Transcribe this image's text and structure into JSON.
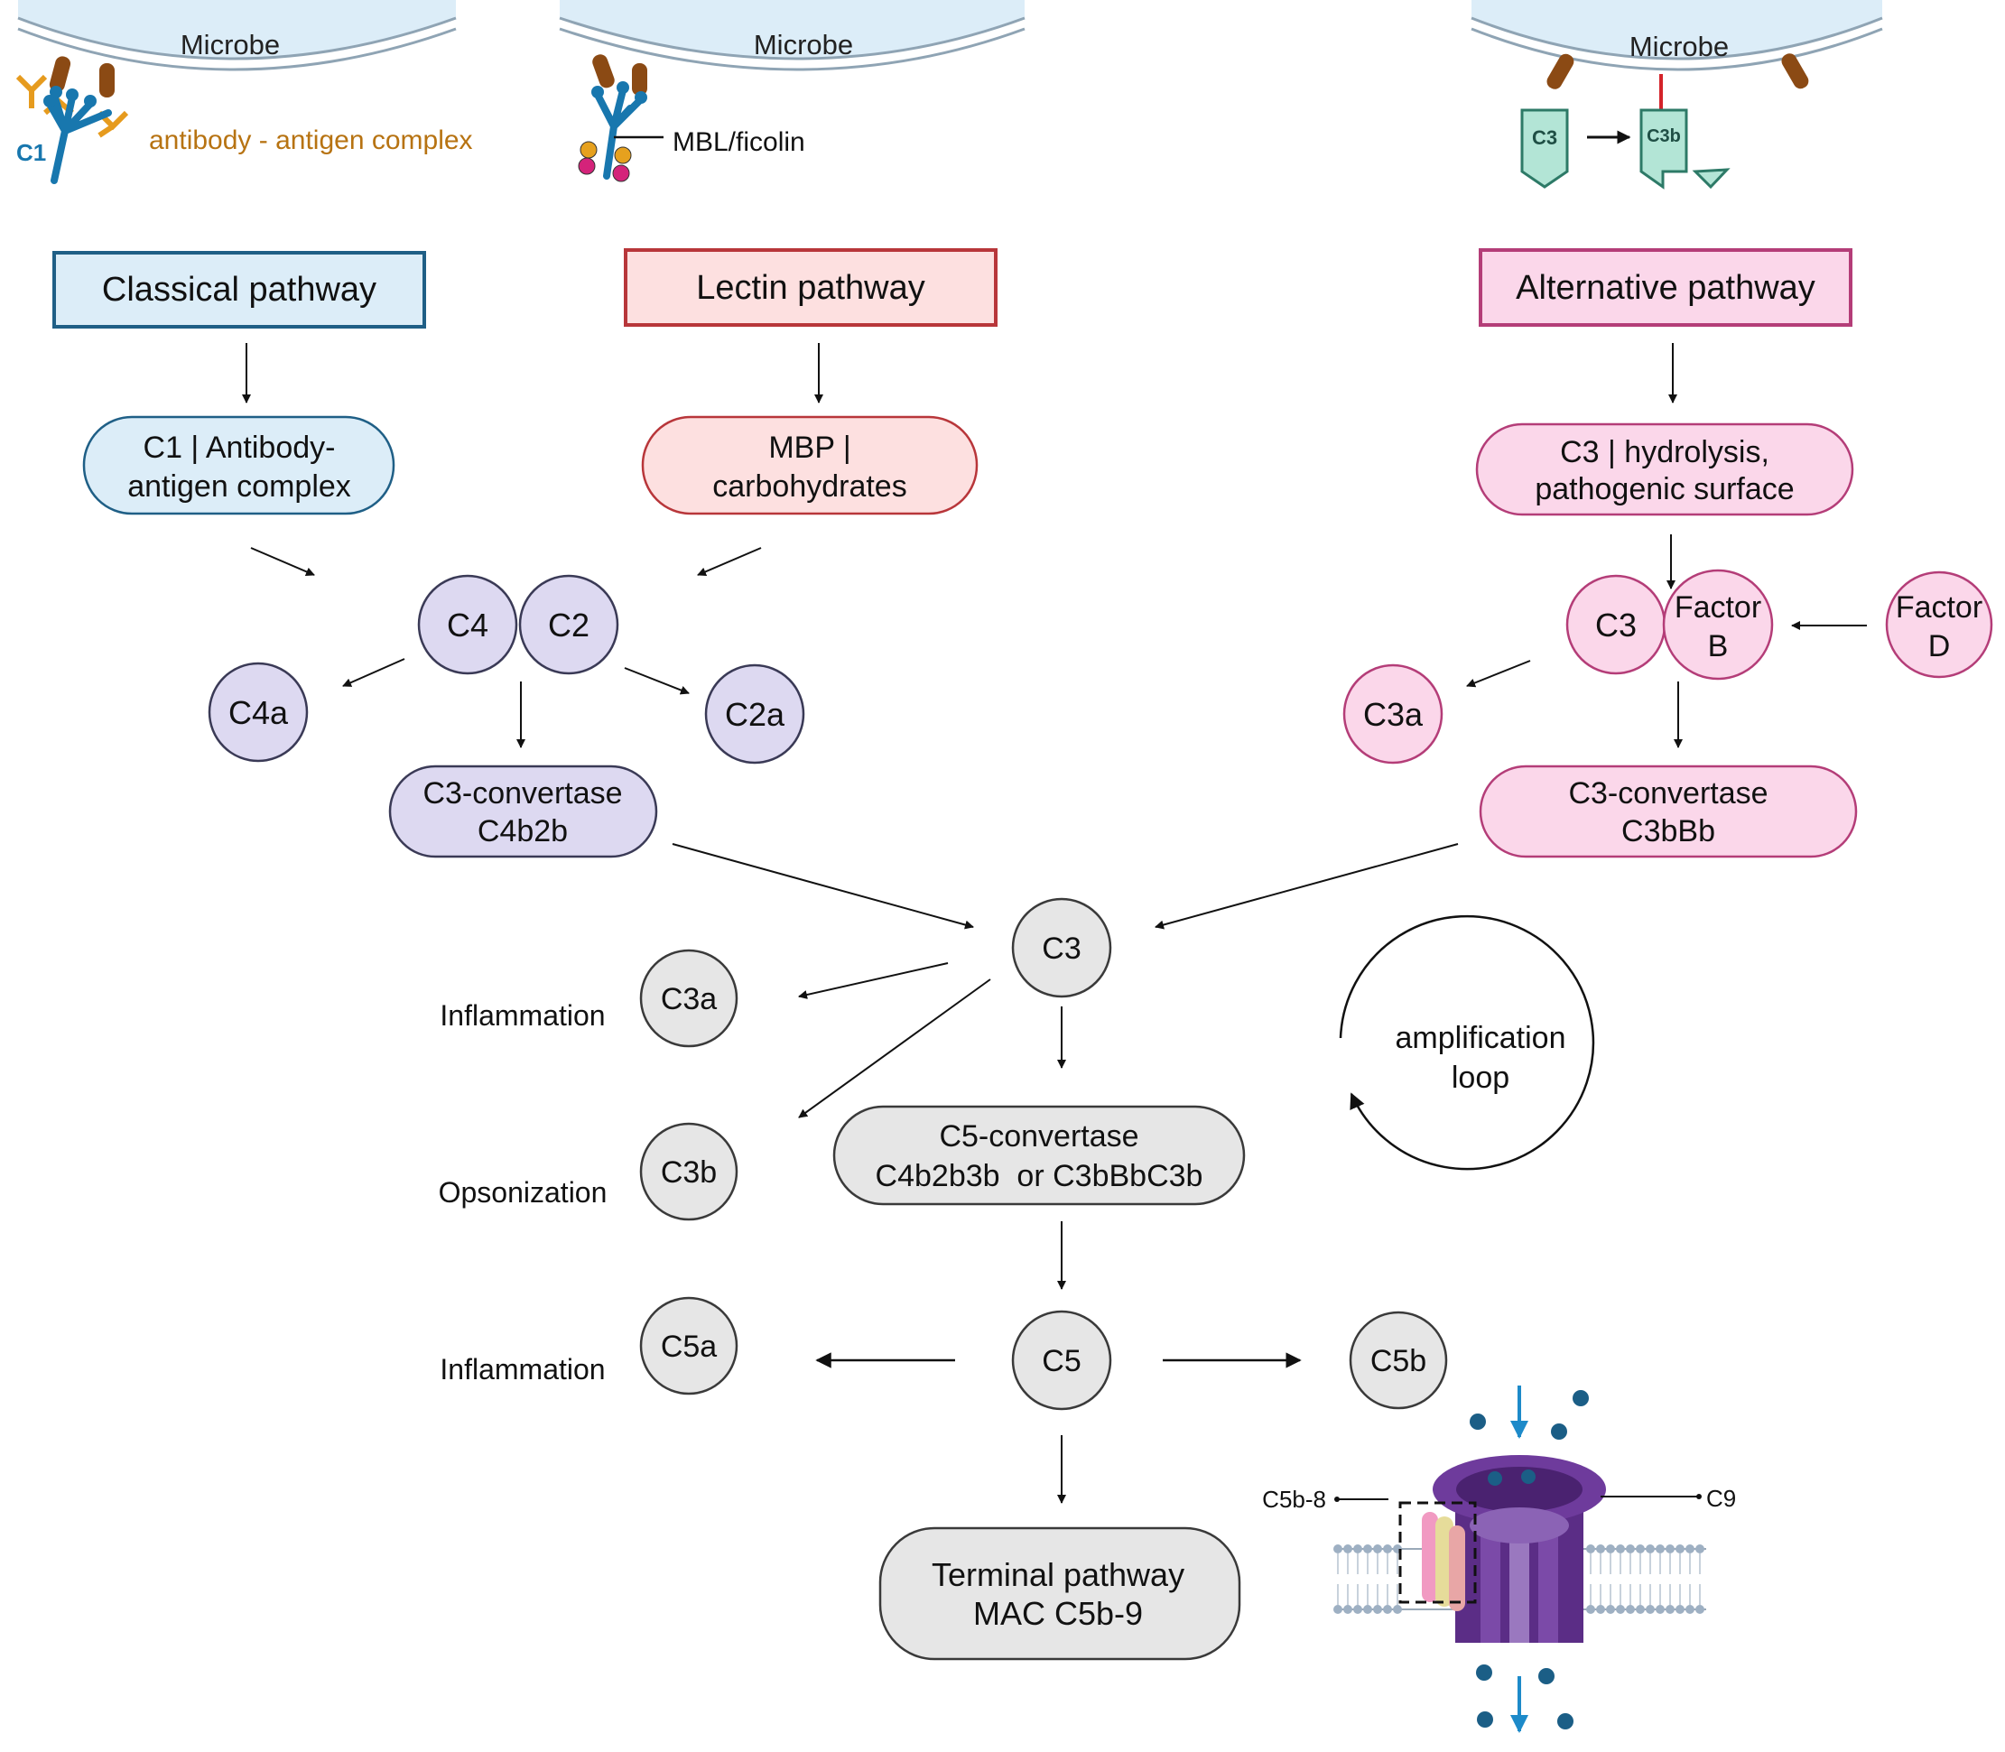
{
  "microbes": {
    "classical": "Microbe",
    "lectin": "Microbe",
    "alternative": "Microbe"
  },
  "icons": {
    "c1_label": "C1",
    "antibody_antigen_label": "antibody - antigen complex",
    "mbl_label": "MBL/ficolin",
    "c3_icon_label": "C3",
    "c3b_icon_label": "C3b"
  },
  "pathways": {
    "classical": "Classical pathway",
    "lectin": "Lectin pathway",
    "alternative": "Alternative pathway"
  },
  "initiators": {
    "classical": [
      "C1 | Antibody-",
      "antigen complex"
    ],
    "lectin": [
      "MBP |",
      "carbohydrates"
    ],
    "alternative": [
      "C3 | hydrolysis,",
      "pathogenic surface"
    ]
  },
  "components": {
    "c4": "C4",
    "c2": "C2",
    "c4a": "C4a",
    "c2a": "C2a",
    "alt_c3": "C3",
    "factor_b": [
      "Factor",
      "B"
    ],
    "factor_d": [
      "Factor",
      "D"
    ],
    "alt_c3a": "C3a",
    "c3": "C3",
    "c3a": "C3a",
    "c3b": "C3b",
    "c5": "C5",
    "c5a": "C5a",
    "c5b": "C5b"
  },
  "convertases": {
    "classical_c3": [
      "C3-convertase",
      "C4b2b"
    ],
    "alternative_c3": [
      "C3-convertase",
      "C3bBb"
    ],
    "c5": [
      "C5-convertase",
      "C4b2b3b  or C3bBbC3b"
    ],
    "terminal": [
      "Terminal pathway",
      "MAC C5b-9"
    ]
  },
  "effects": {
    "c3a": "Inflammation",
    "c3b": "Opsonization",
    "c5a": "Inflammation"
  },
  "loop": [
    "amplification",
    "loop"
  ],
  "mac": {
    "left_label": "C5b-8",
    "right_label": "C9"
  },
  "colors": {
    "classical_fill": "#dcedf8",
    "classical_stroke": "#1f5f86",
    "lectin_fill": "#fde0e0",
    "lectin_stroke": "#b8363a",
    "alternative_fill": "#fbd7ea",
    "alternative_stroke": "#b43d78",
    "purple_fill": "#ddd9f1",
    "purple_stroke": "#3a3a56",
    "grey_fill": "#e6e6e6",
    "grey_stroke": "#3a3a3a",
    "antibody_orange": "#b77312",
    "microbe_fill": "#dcedf8"
  }
}
